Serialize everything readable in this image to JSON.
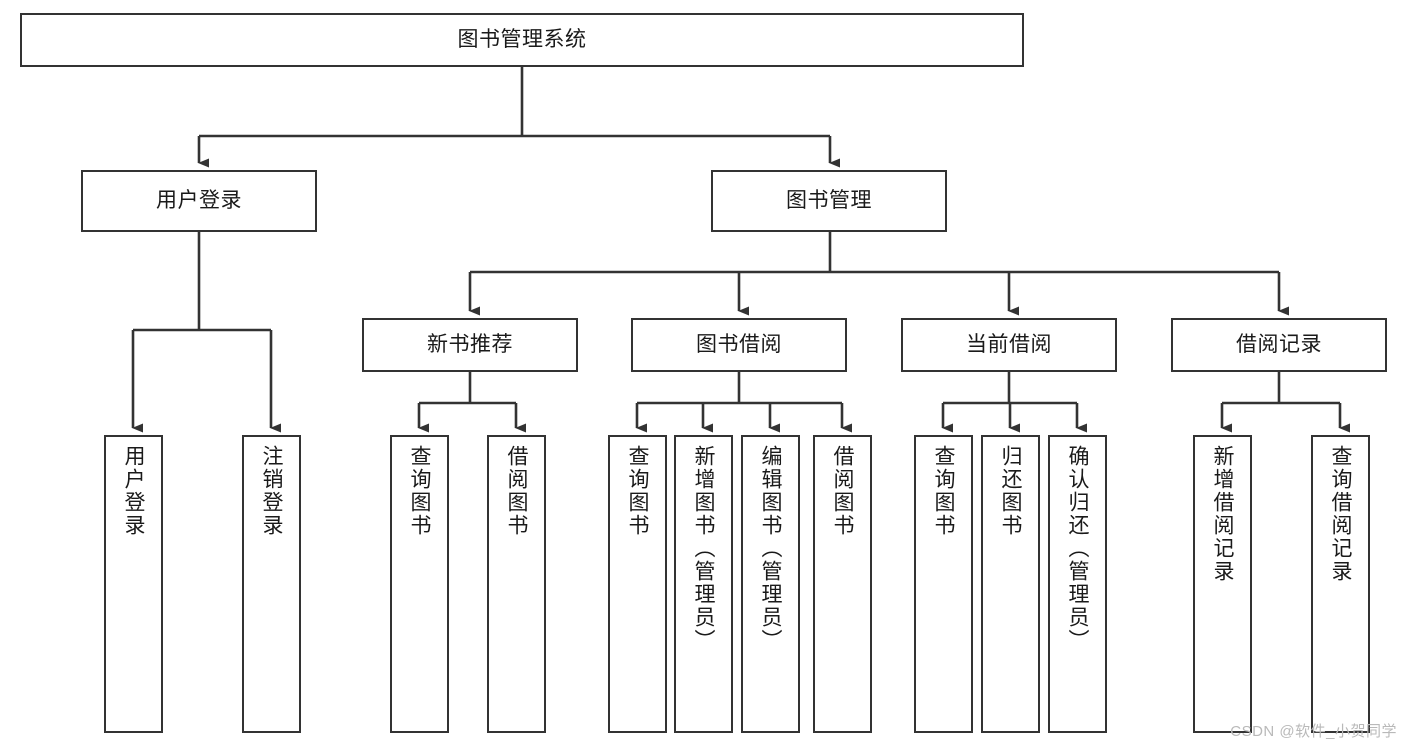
{
  "diagram": {
    "title_text": "图书管理系统",
    "type": "tree-hierarchy",
    "colors": {
      "box_border": "#333333",
      "box_fill": "#ffffff",
      "connector": "#333333",
      "text": "#1a1a1a",
      "watermark": "#b9b9b9",
      "background": "#ffffff"
    },
    "watermark_text": "CSDN @软件_小贺同学",
    "levels": {
      "root": {
        "label": "图书管理系统"
      },
      "level2": [
        {
          "label": "用户登录"
        },
        {
          "label": "图书管理"
        }
      ],
      "level3": [
        {
          "label": "新书推荐"
        },
        {
          "label": "图书借阅"
        },
        {
          "label": "当前借阅"
        },
        {
          "label": "借阅记录"
        }
      ],
      "leaves_user_login": [
        {
          "label": "用户登录"
        },
        {
          "label": "注销登录"
        }
      ],
      "leaves_new_book": [
        {
          "label": "查询图书"
        },
        {
          "label": "借阅图书"
        }
      ],
      "leaves_borrow": [
        {
          "label": "查询图书"
        },
        {
          "label": "新增图书（管理员）"
        },
        {
          "label": "编辑图书（管理员）"
        },
        {
          "label": "借阅图书"
        }
      ],
      "leaves_current": [
        {
          "label": "查询图书"
        },
        {
          "label": "归还图书"
        },
        {
          "label": "确认归还（管理员）"
        }
      ],
      "leaves_record": [
        {
          "label": "新增借阅记录"
        },
        {
          "label": "查询借阅记录"
        }
      ]
    }
  }
}
